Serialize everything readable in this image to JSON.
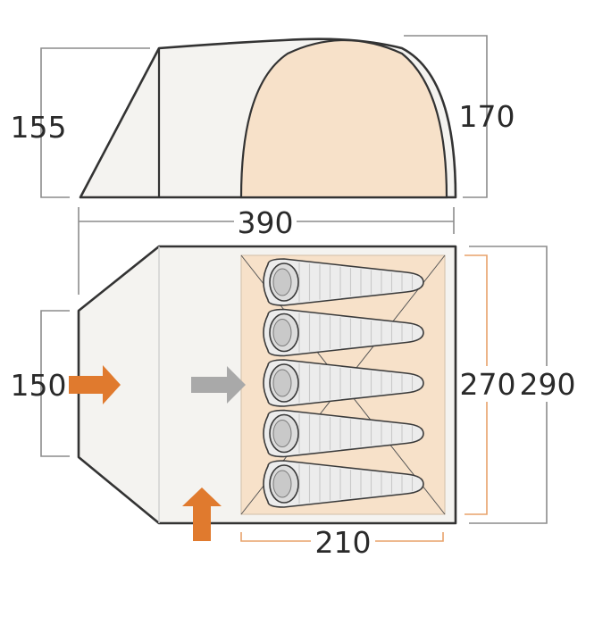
{
  "diagram": {
    "title": "",
    "side_view": {
      "height_front": "155",
      "height_bedroom": "170"
    },
    "top_view": {
      "total_length": "390",
      "entrance_width": "150",
      "bedroom_width": "270",
      "total_width": "290",
      "bedroom_length": "210"
    },
    "sleeping_bags": {
      "count": 5
    },
    "arrows": [
      {
        "label": "front-door-arrow",
        "color": "#e07a2e"
      },
      {
        "label": "inner-door-arrow",
        "color": "#a9a9a9"
      },
      {
        "label": "side-door-arrow",
        "color": "#e07a2e"
      }
    ],
    "colors": {
      "outline": "#333333",
      "canvas": "#f4f3f0",
      "bedroom": "#f7e1c9",
      "dimension_line": "#8c8c8c",
      "bedroom_dimension_line": "#e8a26a",
      "orange_arrow": "#e07a2e",
      "grey_arrow": "#a9a9a9"
    }
  }
}
